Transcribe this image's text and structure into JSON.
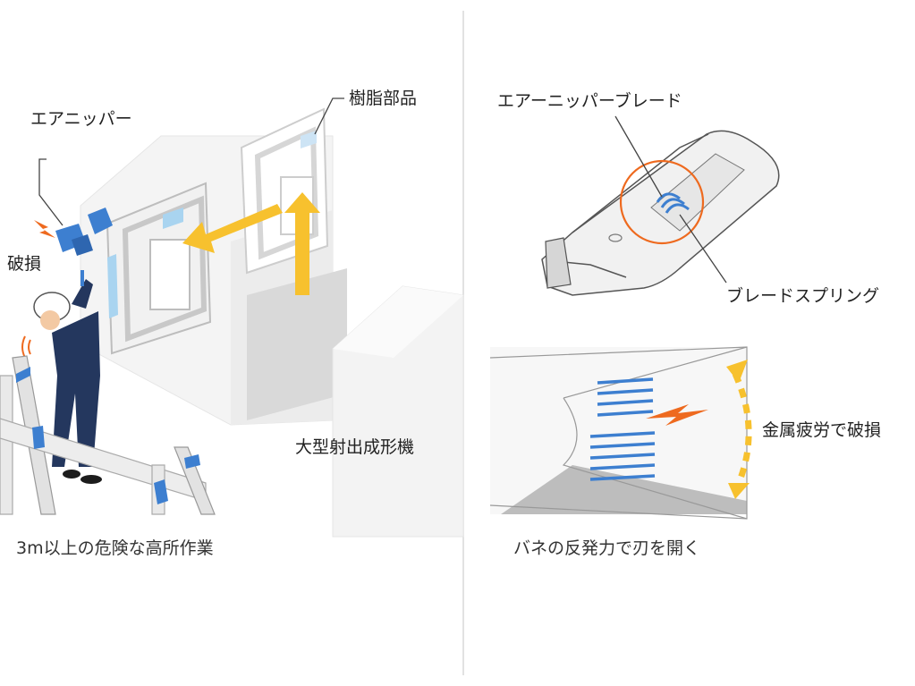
{
  "left_panel": {
    "label_air_nipper": "エアニッパー",
    "label_resin_part": "樹脂部品",
    "label_damage": "破損",
    "label_machine": "大型射出成形機",
    "caption": "3m以上の危険な高所作業"
  },
  "right_panel": {
    "label_blade": "エアーニッパーブレード",
    "label_spring": "ブレードスプリング",
    "label_fatigue": "金属疲労で破損",
    "caption": "バネの反発力で刃を開く"
  },
  "colors": {
    "accent_blue": "#3d7fd0",
    "arrow_yellow": "#f7c12e",
    "warning_orange": "#ee6a1f",
    "worker_navy": "#24375e",
    "divider": "#d9d9d9"
  }
}
